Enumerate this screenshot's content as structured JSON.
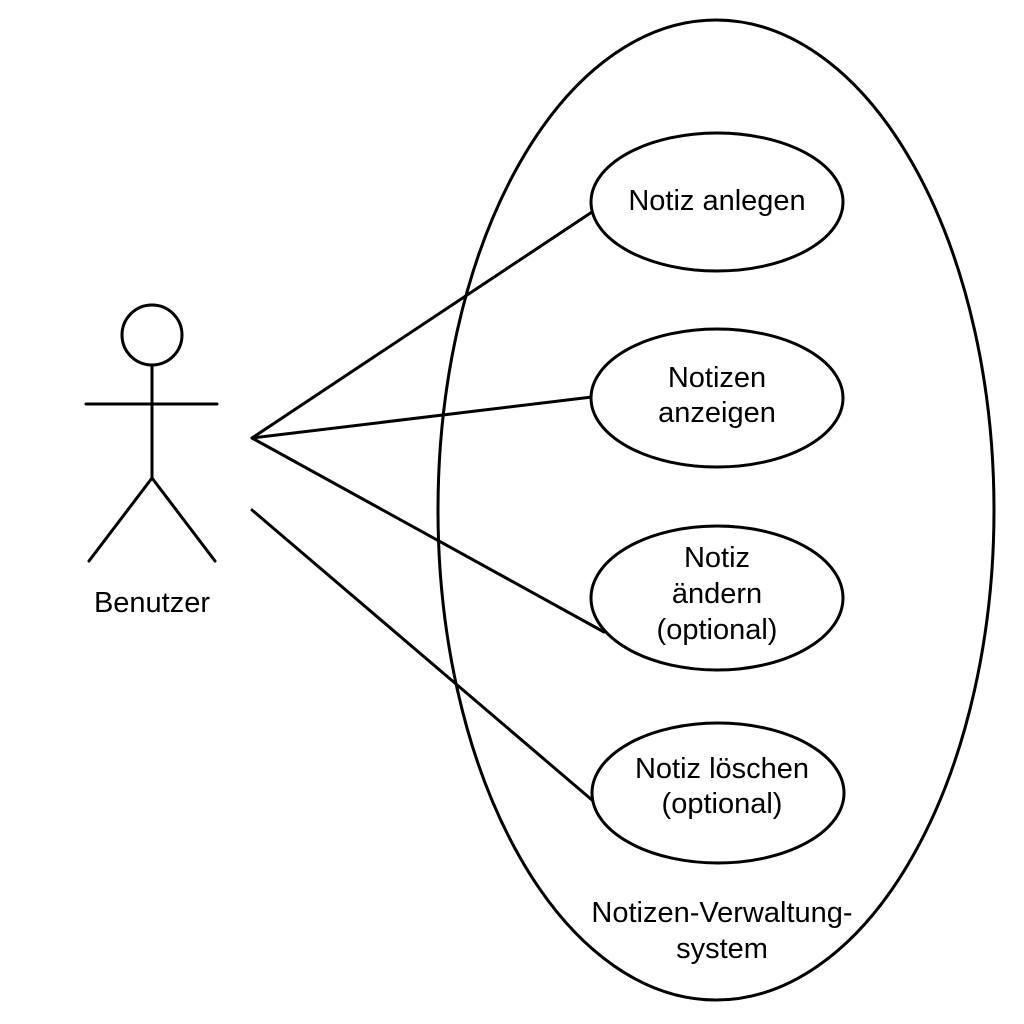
{
  "diagram_type": "use-case",
  "colors": {
    "stroke": "#000000",
    "background": "#ffffff"
  },
  "actor": {
    "label": "Benutzer"
  },
  "system": {
    "label_line1": "Notizen-Verwaltung-",
    "label_line2": "system"
  },
  "use_cases": [
    {
      "lines": [
        "Notiz anlegen"
      ]
    },
    {
      "lines": [
        "Notizen",
        "anzeigen"
      ]
    },
    {
      "lines": [
        "Notiz",
        "ändern",
        "(optional)"
      ]
    },
    {
      "lines": [
        "Notiz löschen",
        "(optional)"
      ]
    }
  ]
}
